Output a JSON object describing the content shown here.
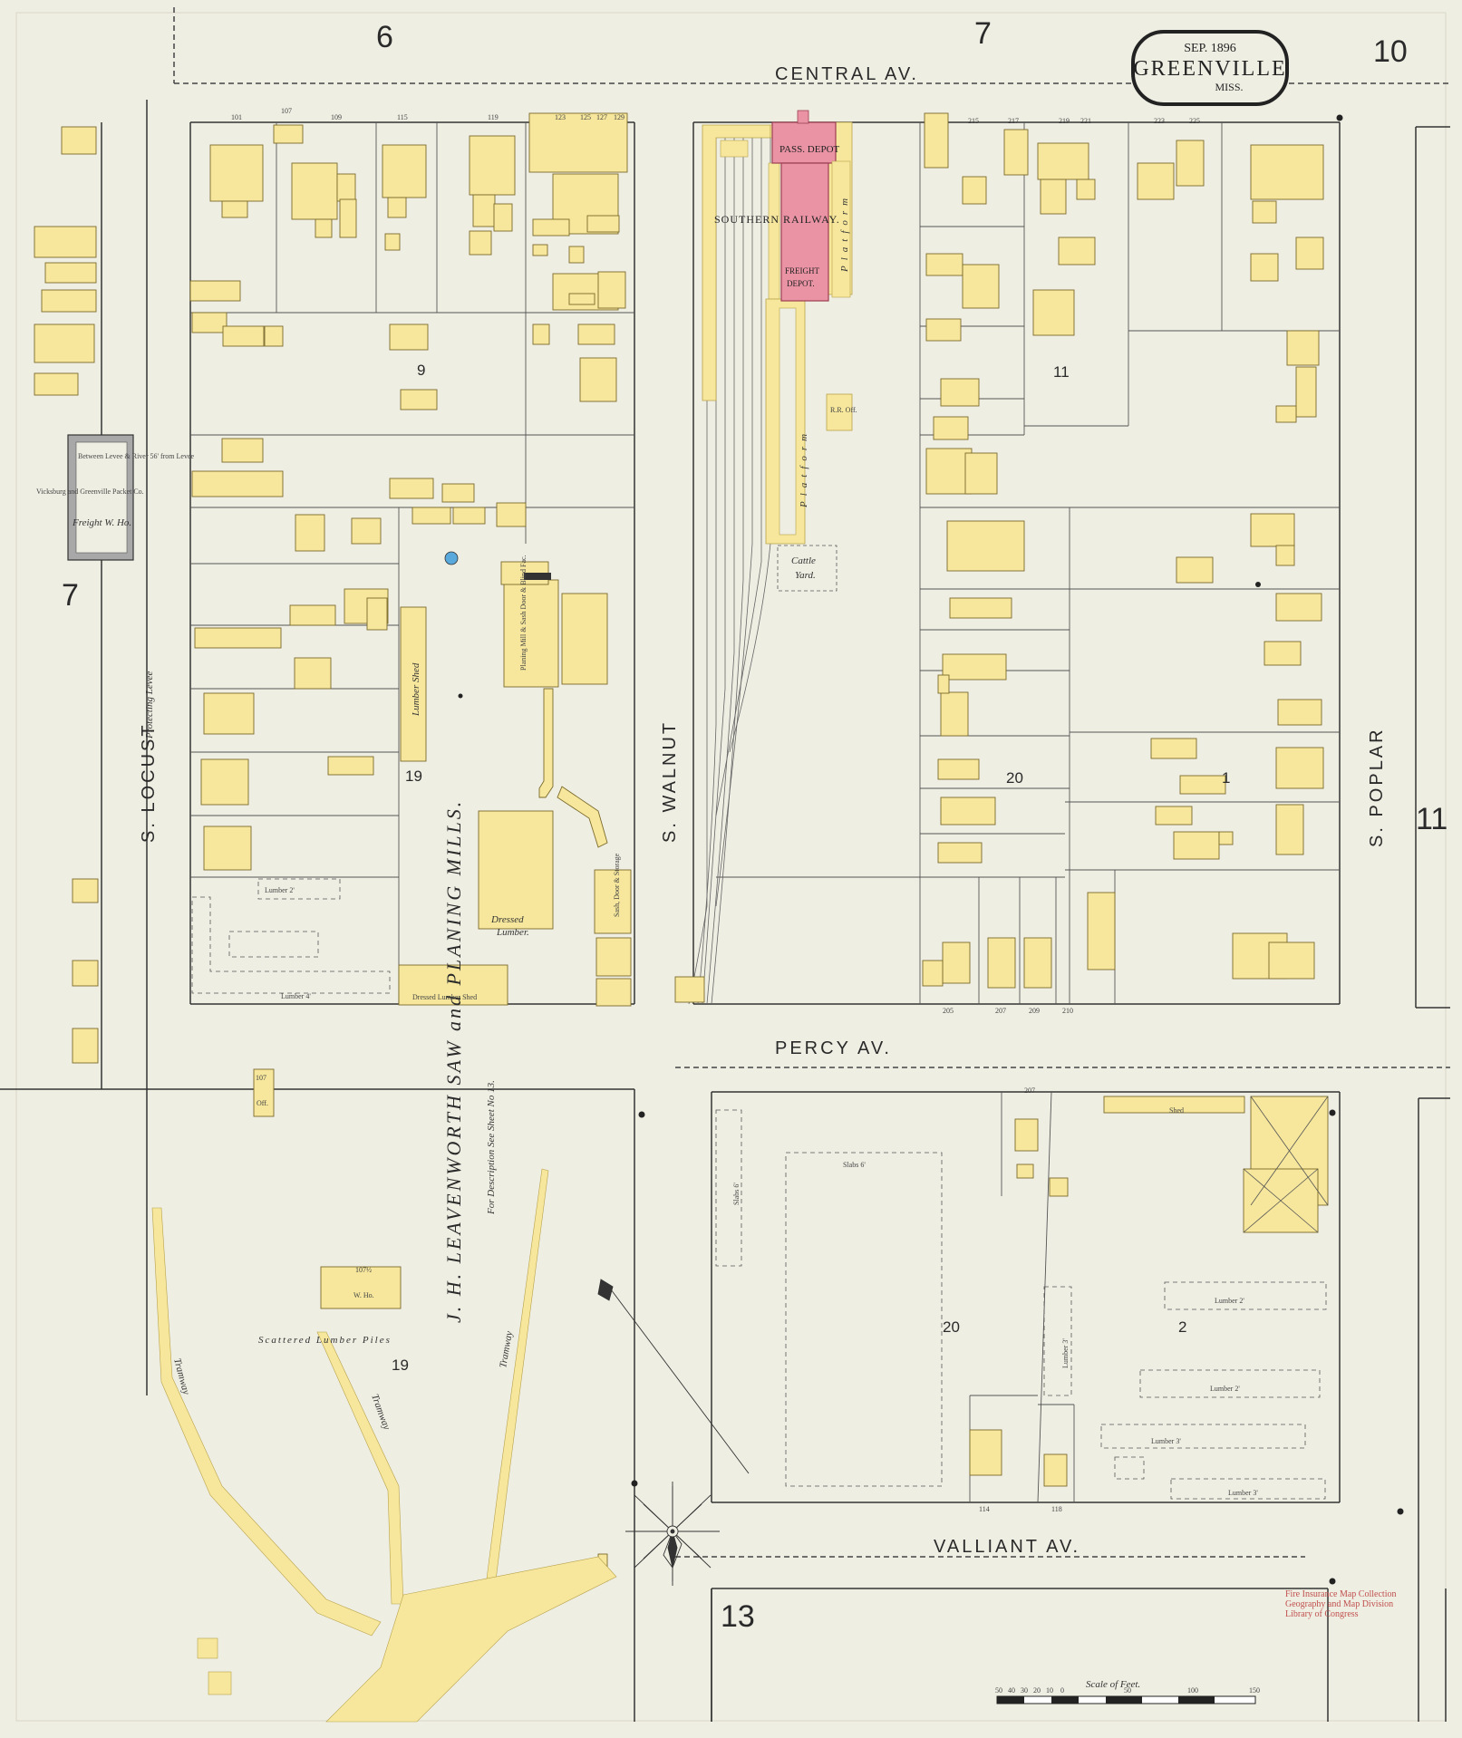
{
  "title_stamp": {
    "date": "SEP. 1896",
    "city": "GREENVILLE",
    "state": "MISS."
  },
  "sheet_number": "10",
  "adjoining_sheets": {
    "top_left": "6",
    "top_mid": "7",
    "right": "11",
    "bottom": "13",
    "left_block": "7"
  },
  "streets": {
    "central": "CENTRAL    AV.",
    "percy": "PERCY      AV.",
    "valliant": "VALLIANT      AV.",
    "locust": "S. LOCUST",
    "walnut": "S. WALNUT",
    "poplar": "S. POPLAR",
    "levee": "Protecting      Levee"
  },
  "block_numbers": [
    "9",
    "11",
    "19",
    "20",
    "1",
    "19",
    "20",
    "2"
  ],
  "labels": {
    "pass_depot": "PASS. DEPOT",
    "southern_railway": "SOUTHERN  RAILWAY.",
    "freight_depot_1": "FREIGHT",
    "freight_depot_2": "DEPOT.",
    "platform": "Platform",
    "cattle_yard_1": "Cattle",
    "cattle_yard_2": "Yard.",
    "rr_off": "R.R. Off.",
    "planing_mill": "J. H. LEAVENWORTH   SAW  and  PLANING   MILLS.",
    "description_note": "For Description See Sheet No 13.",
    "lumber_shed": "Lumber Shed",
    "dressed_lumber_1": "Dressed",
    "dressed_lumber_2": "Lumber.",
    "dressed_lumber_shed": "Dressed Lumber Shed",
    "planing_mill_box": "Planing Mill & Sash Door & Blind Fac.",
    "sash_storage": "Sash, Door & Storage",
    "scattered_lumber": "Scattered     Lumber  Piles",
    "wh": "W. Ho.",
    "wh_num": "107½",
    "off": "Off.",
    "off_num": "107",
    "tramway": "Tramway",
    "freight_wh": "Freight W. Ho.",
    "packet_co": "Vicksburg and Greenville Packet Co.",
    "between_levee": "Between Levee & River 56' from Levee",
    "slabs": "Slabs 6'",
    "shed": "Shed",
    "lumber_2": "Lumber 2'",
    "lumber_3": "Lumber 3'",
    "lumber_4": "Lumber 4'",
    "scale": "Scale of Feet.",
    "collection_stamp": [
      "Fire Insurance Map Collection",
      "Geography and Map Division",
      "Library of Congress"
    ]
  },
  "address_numbers": {
    "central_south": [
      "101",
      "107",
      "109",
      "115",
      "119",
      "123",
      "125",
      "127",
      "129",
      "215",
      "217",
      "219",
      "221",
      "223",
      "225"
    ],
    "percy_north": [
      "205",
      "207",
      "209",
      "210"
    ],
    "valliant_north": [
      "114",
      "118"
    ],
    "percy_south": [
      "207"
    ]
  },
  "scale_ticks": [
    "50",
    "40",
    "30",
    "20",
    "10",
    "0",
    "50",
    "100",
    "150"
  ],
  "colors": {
    "paper": "#efeee3",
    "frame": "#f6e79c",
    "frame_dark": "#e6d06c",
    "brick": "#ea93a4",
    "ink": "#2a2a2a"
  }
}
